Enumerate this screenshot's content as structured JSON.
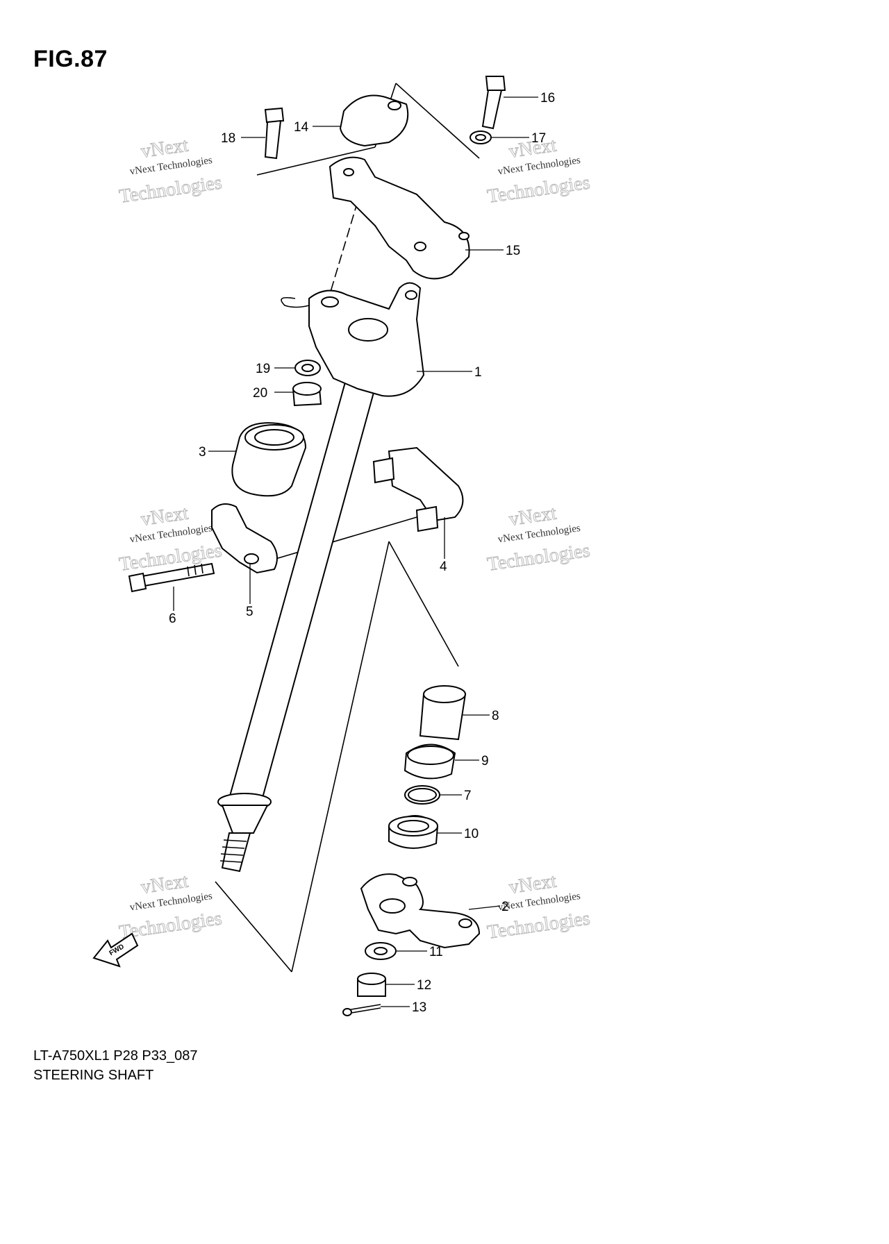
{
  "figure": {
    "title": "FIG.87"
  },
  "footer": {
    "model_code": "LT-A750XL1 P28 P33_087",
    "name": "STEERING SHAFT"
  },
  "watermark": {
    "line1": "vNext",
    "line2": "vNext Technologies",
    "line3": "Technologies"
  },
  "fwd_label": "FWD",
  "callouts": [
    "1",
    "2",
    "3",
    "4",
    "5",
    "6",
    "7",
    "8",
    "9",
    "10",
    "11",
    "12",
    "13",
    "14",
    "15",
    "16",
    "17",
    "18",
    "19",
    "20"
  ]
}
